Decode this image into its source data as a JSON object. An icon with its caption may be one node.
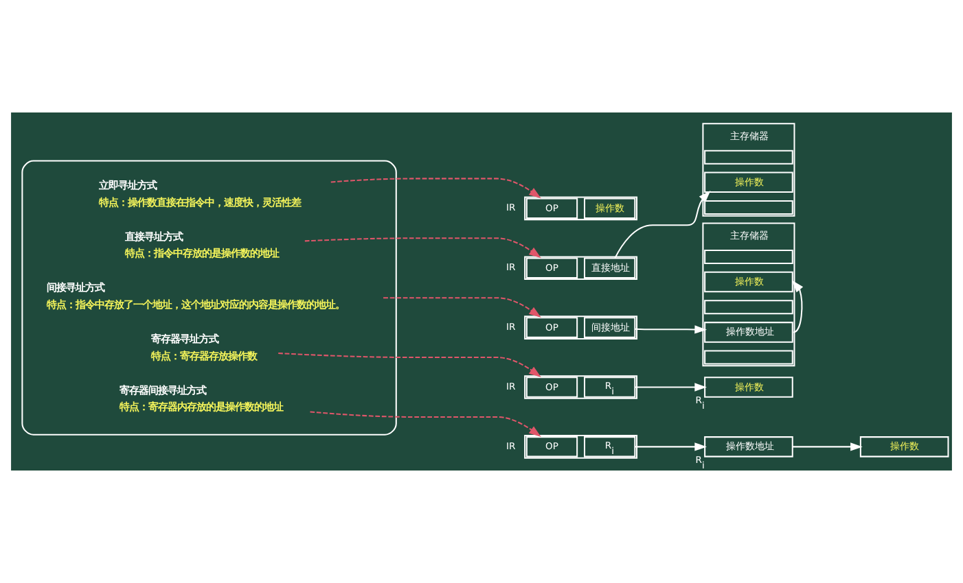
{
  "diagram": {
    "nodes": [
      {
        "text": [],
        "shape": "box"
      },
      {
        "text": [
          "立即寻址方式",
          "特点：操作数直接在指令中，速度快，灵活性差"
        ],
        "in": 0
      },
      {
        "text": [
          "直接寻址方式",
          "特点：指令中存放的是操作数的地址"
        ],
        "in": 0
      },
      {
        "text": [
          "间接寻址方式",
          "特点：指令中存放了一个地址，这个地址对应的内容是操作数的地址。"
        ],
        "in": 0
      },
      {
        "text": [
          "寄存器寻址方式",
          "特点：寄存器存放操作数"
        ],
        "in": 0
      },
      {
        "text": [
          "寄存器间接寻址方式",
          "特点：寄存器内存放的是操作数的地址"
        ],
        "in": 0
      },
      {
        "text": [],
        "shape": "box",
        "beside": [
          "IR"
        ]
      },
      {
        "text": [
          "OP"
        ],
        "in": 6
      },
      {
        "text": [
          "操作数"
        ],
        "in": 6
      },
      {
        "text": [],
        "shape": "box",
        "beside": [
          "IR"
        ]
      },
      {
        "text": [
          "OP"
        ],
        "in": 9
      },
      {
        "text": [
          "直接地址"
        ],
        "in": 9
      },
      {
        "text": [
          "主存储器"
        ]
      },
      {
        "text": [],
        "shape": "box",
        "in": 12
      },
      {
        "text": [
          "操作数"
        ],
        "in": 12
      },
      {
        "text": [],
        "shape": "box",
        "in": 12
      },
      {
        "text": [],
        "shape": "box",
        "beside": [
          "IR"
        ]
      },
      {
        "text": [
          "OP"
        ],
        "in": 16
      },
      {
        "text": [
          "间接地址"
        ],
        "in": 16
      },
      {
        "text": [
          "主存储器"
        ]
      },
      {
        "text": [],
        "shape": "box",
        "in": 19
      },
      {
        "text": [
          "操作数地址"
        ],
        "in": 19
      },
      {
        "text": [],
        "shape": "box",
        "in": 19
      },
      {
        "text": [
          "操作数"
        ],
        "in": 19
      },
      {
        "text": [],
        "shape": "box",
        "in": 19
      },
      {
        "text": [],
        "shape": "box",
        "beside": [
          "IR"
        ]
      },
      {
        "text": [
          "OP"
        ],
        "in": 25
      },
      {
        "text": [
          "R$_{i}$"
        ],
        "in": 25
      },
      {
        "text": [
          "操作数"
        ],
        "beside": [
          "R$_{i}$"
        ]
      },
      {
        "text": [],
        "shape": "box",
        "beside": [
          "IR"
        ]
      },
      {
        "text": [
          "OP"
        ],
        "in": 29
      },
      {
        "text": [
          "R$_{i}$"
        ],
        "in": 29
      },
      {
        "text": [
          "操作数地址"
        ],
        "beside": [
          "R$_{i}$"
        ]
      },
      {
        "text": [
          "操作数"
        ]
      }
    ],
    "edges": [
      {
        "from": 1,
        "to": 6,
        "arrow": "to",
        "style": "dashed",
        "color": "#e0566a"
      },
      {
        "from": 2,
        "to": 9,
        "arrow": "to",
        "style": "dashed",
        "color": "#e0566a"
      },
      {
        "from": 3,
        "to": 16,
        "arrow": "to",
        "style": "dashed",
        "color": "#e0566a"
      },
      {
        "from": 4,
        "to": 25,
        "arrow": "to",
        "style": "dashed",
        "color": "#e0566a"
      },
      {
        "from": 5,
        "to": 29,
        "arrow": "to",
        "style": "dashed",
        "color": "#e0566a"
      },
      {
        "from": 11,
        "to": 14,
        "arrow": "to"
      },
      {
        "from": 18,
        "to": 21,
        "arrow": "to"
      },
      {
        "from": 21,
        "to": 23,
        "arrow": "to"
      },
      {
        "from": 27,
        "to": 28,
        "arrow": "to"
      },
      {
        "from": 31,
        "to": 32,
        "arrow": "to"
      },
      {
        "from": 32,
        "to": 33,
        "arrow": "to"
      }
    ]
  }
}
